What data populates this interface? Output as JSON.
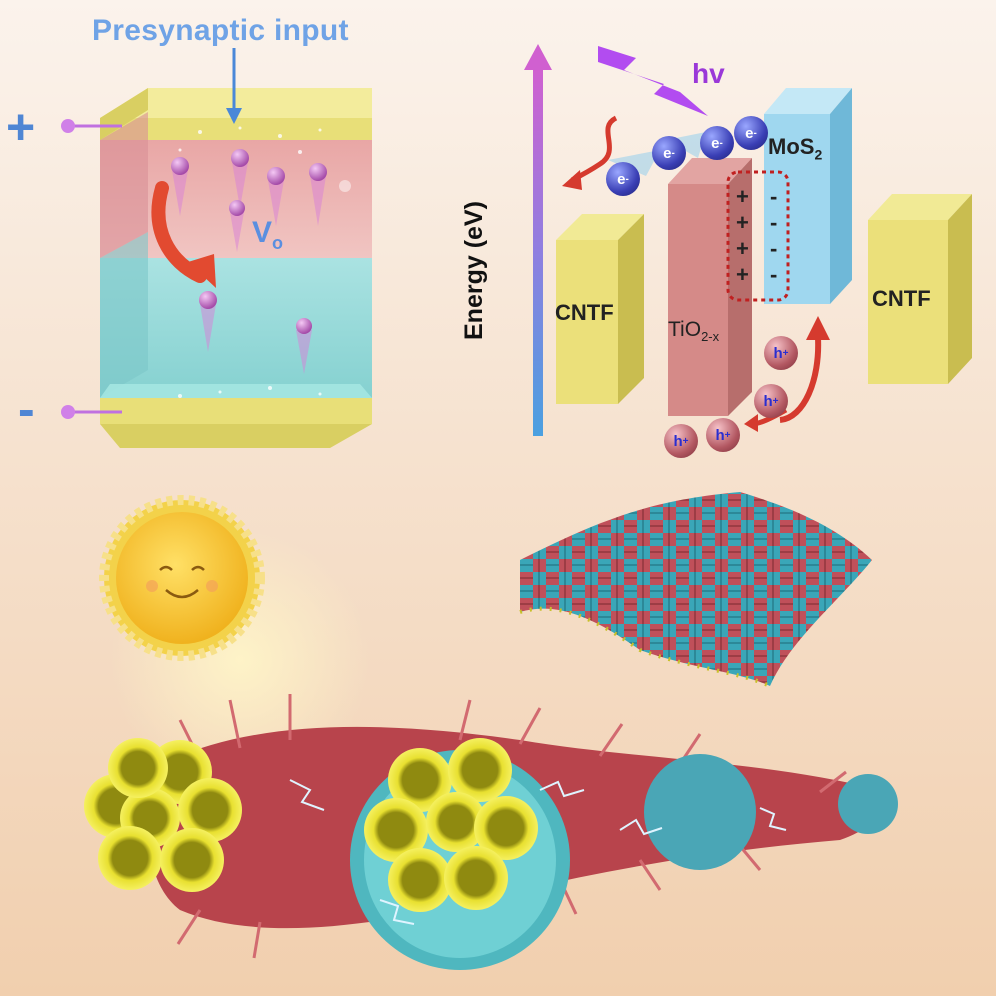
{
  "labels": {
    "presynaptic": "Presynaptic input",
    "plus": "+",
    "minus": "-",
    "vo_main": "V",
    "vo_sub": "o",
    "hv": "hv",
    "energy_axis": "Energy (eV)",
    "mos2_main": "MoS",
    "mos2_sub": "2",
    "cntf_left": "CNTF",
    "cntf_right": "CNTF",
    "tio2_main": "TiO",
    "tio2_sub": "2-x"
  },
  "carriers": {
    "electron_symbol": "e",
    "electron_charge": "-",
    "hole_symbol": "h",
    "hole_charge": "+",
    "interface_positive": [
      "+",
      "+",
      "+",
      "+"
    ],
    "interface_negative": [
      "-",
      "-",
      "-",
      "-"
    ]
  },
  "colors": {
    "electrode_yellow": "#ede68a",
    "pink_layer": "#e7a6a8",
    "cyan_layer": "#9fdada",
    "tio2_red": "#d58a88",
    "mos2_blue": "#9fd7ef",
    "cntf_yellow": "#ebe07a",
    "arrow_red": "#d53a2e",
    "lightning_purple": "#b24cf0",
    "label_blue": "#6fa3e6"
  },
  "icons": [
    "lightning-icon",
    "sun-icon",
    "woven-fabric-icon",
    "fiber-bundle-icon"
  ]
}
